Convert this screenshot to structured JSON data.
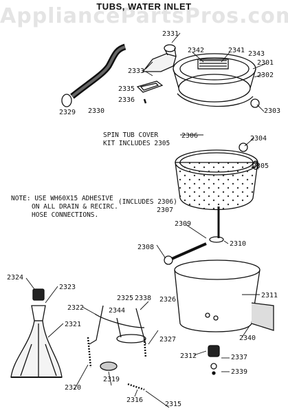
{
  "watermark": "AppliancePartsPros.com",
  "title": "TUBS, WATER INLET",
  "notes": {
    "spin_tub_cover_line1": "SPIN TUB COVER",
    "spin_tub_cover_line2": "KIT INCLUDES 2305",
    "includes_2306": "(INCLUDES 2306)",
    "adhesive_line1": "NOTE: USE WH60X15 ADHESIVE",
    "adhesive_line2": "ON ALL DRAIN & RECIRC.",
    "adhesive_line3": "HOSE CONNECTIONS."
  },
  "parts": {
    "p2301": "2301",
    "p2302": "2302",
    "p2303": "2303",
    "p2304": "2304",
    "p2305": "2305",
    "p2306": "2306",
    "p2307": "2307",
    "p2308": "2308",
    "p2309": "2309",
    "p2310": "2310",
    "p2311": "2311",
    "p2312": "2312",
    "p2315": "2315",
    "p2316": "2316",
    "p2319": "2319",
    "p2320": "2320",
    "p2321": "2321",
    "p2322": "2322",
    "p2323": "2323",
    "p2324": "2324",
    "p2325": "2325",
    "p2326": "2326",
    "p2327": "2327",
    "p2329": "2329",
    "p2330": "2330",
    "p2331": "2331",
    "p2333": "2333",
    "p2335": "2335",
    "p2336": "2336",
    "p2337": "2337",
    "p2338": "2338",
    "p2339": "2339",
    "p2340": "2340",
    "p2341": "2341",
    "p2342": "2342",
    "p2343": "2343",
    "p2344": "2344"
  }
}
